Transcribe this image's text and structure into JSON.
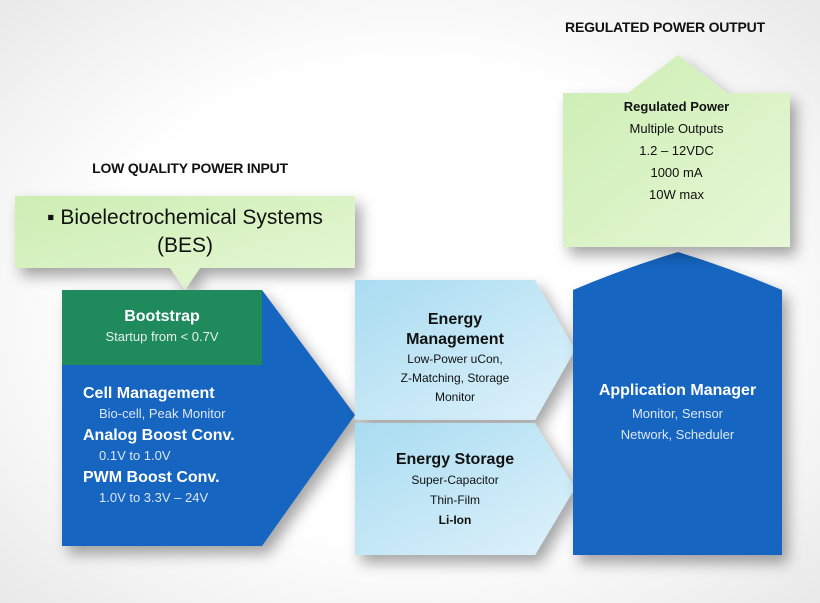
{
  "input": {
    "heading": "LOW QUALITY POWER INPUT",
    "source": "▪ Bioelectrochemical Systems",
    "source_abbr": "(BES)"
  },
  "bootstrap": {
    "title": "Bootstrap",
    "detail": "Startup from < 0.7V"
  },
  "converter": {
    "items": [
      {
        "title": "Cell Management",
        "detail": "Bio-cell, Peak Monitor"
      },
      {
        "title": "Analog Boost Conv.",
        "detail": "0.1V  to 1.0V"
      },
      {
        "title": "PWM Boost Conv.",
        "detail": "1.0V to 3.3V – 24V"
      }
    ]
  },
  "energy_management": {
    "title_1": "Energy",
    "title_2": "Management",
    "lines": [
      "Low-Power uCon,",
      "Z-Matching, Storage",
      "Monitor"
    ]
  },
  "energy_storage": {
    "title": "Energy Storage",
    "lines": [
      "Super-Capacitor",
      "Thin-Film",
      "Li-Ion"
    ]
  },
  "application_manager": {
    "title": "Application Manager",
    "lines": [
      "Monitor, Sensor",
      "Network, Scheduler"
    ]
  },
  "output": {
    "heading": "REGULATED POWER OUTPUT",
    "lines": [
      "Regulated Power",
      "Multiple Outputs",
      "1.2 – 12VDC",
      "1000 mA",
      "10W max"
    ]
  },
  "colors": {
    "blue": "#1565c0",
    "green": "#1f8a5c",
    "light_green": "#d6f2bf",
    "light_blue": "#bfe6f5"
  }
}
